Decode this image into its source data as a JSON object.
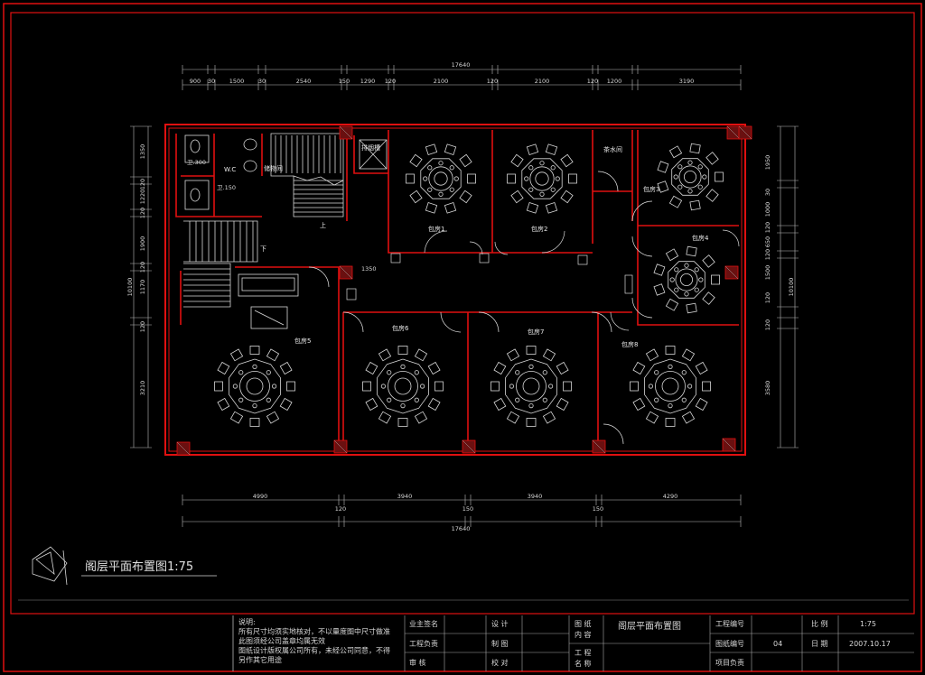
{
  "drawing": {
    "title": "阁层平面布置图1:75",
    "dims_top_overall": "17640",
    "dims_top_segments": [
      "900",
      "30",
      "1500",
      "30",
      "2540",
      "150",
      "1290",
      "120",
      "2100",
      "120",
      "2100",
      "120",
      "1200",
      "3190"
    ],
    "dims_bottom_segments": [
      "4990",
      "3940",
      "3940",
      "4290"
    ],
    "dims_bottom_gaps": [
      "120",
      "150",
      "150"
    ],
    "dims_bottom_overall": "17640",
    "dims_left_segments": [
      "1350",
      "120",
      "1220",
      "120",
      "1900",
      "120",
      "1170",
      "120",
      "3210"
    ],
    "dims_left_overall": "10100",
    "dims_right_segments": [
      "1950",
      "30",
      "1000",
      "120",
      "650",
      "120",
      "1500",
      "120",
      "120",
      "3580"
    ],
    "dims_right_overall": "10100",
    "dim_corridor": "1350",
    "rooms": {
      "r1": "包房1",
      "r2": "包房2",
      "r3": "包房3",
      "r4": "包房4",
      "r5": "包房5",
      "r6": "包房6",
      "r7": "包房7",
      "r8": "包房8",
      "wc": "W.C",
      "storage": "储物间",
      "shaft": "排烟槽",
      "tea": "茶水间",
      "up": "上",
      "down": "下",
      "note1": "卫.300",
      "note2": "卫.150"
    }
  },
  "title_block": {
    "notes": [
      "说明:",
      "所有尺寸均须实地核对，不以量度图中尺寸做准",
      "此图须经公司盖章均属无效",
      "图纸设计版权属公司所有，未经公司同意，不得",
      "另作其它用途"
    ],
    "owner_sign": "业主签名",
    "project_lead": "工程负责",
    "review": "审  核",
    "design": "设  计",
    "drafting": "制  图",
    "check": "校  对",
    "drawing_content_label": [
      "图 纸",
      "内 容"
    ],
    "project_name_label": [
      "工 程",
      "名 称"
    ],
    "drawing_content_value": "阁层平面布置图",
    "project_no": "工程编号",
    "drawing_no": "图纸编号",
    "drawing_no_value": "04",
    "project_manager": "项目负责",
    "scale_label": "比  例",
    "scale_value": "1:75",
    "date_label": "日  期",
    "date_value": "2007.10.17"
  }
}
